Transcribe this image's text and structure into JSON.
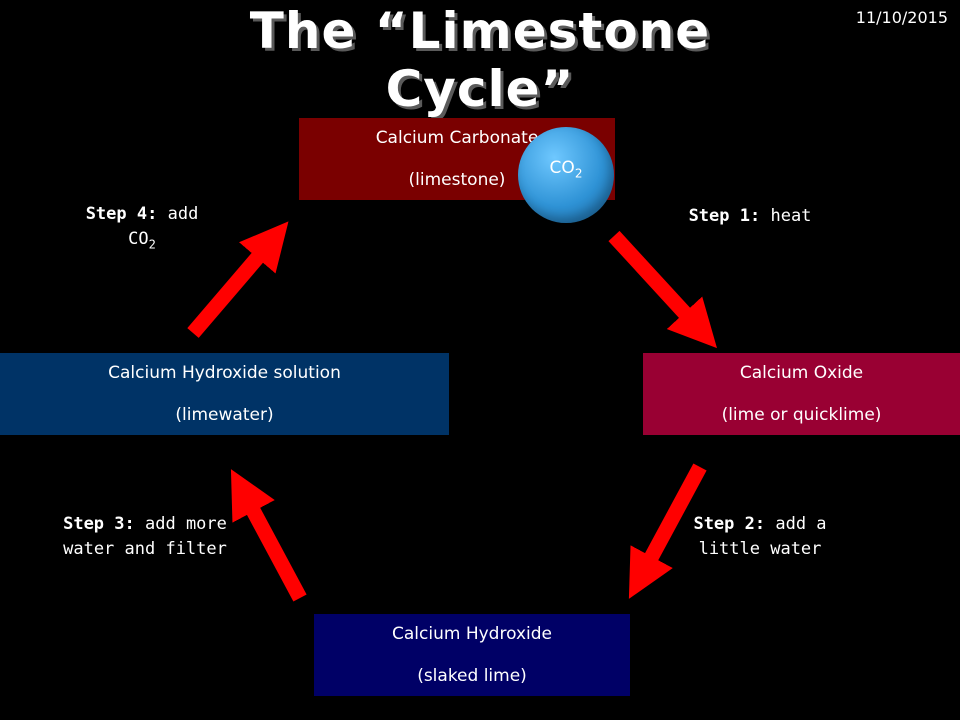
{
  "title": "The “Limestone Cycle”",
  "date": "11/10/2015",
  "colors": {
    "background": "#000000",
    "carbonate_box": "#7a0000",
    "oxide_box": "#990033",
    "limewater_box": "#003366",
    "slaked_box": "#000066",
    "arrow": "#ff0000",
    "co2_circle": "#3399dd"
  },
  "boxes": {
    "carbonate": {
      "line1": "Calcium Carbonate",
      "line2": "(limestone)"
    },
    "oxide": {
      "line1": "Calcium Oxide",
      "line2": "(lime or quicklime)"
    },
    "limewater": {
      "line1": "Calcium Hydroxide solution",
      "line2": "(limewater)"
    },
    "slaked": {
      "line1": "Calcium Hydroxide",
      "line2": "(slaked lime)"
    }
  },
  "co2_badge": {
    "base": "CO",
    "sub": "2"
  },
  "steps": {
    "step1": {
      "label": "Step 1:",
      "text": "heat"
    },
    "step2": {
      "label": "Step 2:",
      "text": "add a little water"
    },
    "step3": {
      "label": "Step 3:",
      "text": "add more water and filter"
    },
    "step4": {
      "label": "Step 4:",
      "text": "add",
      "formula_base": "CO",
      "formula_sub": "2"
    }
  }
}
